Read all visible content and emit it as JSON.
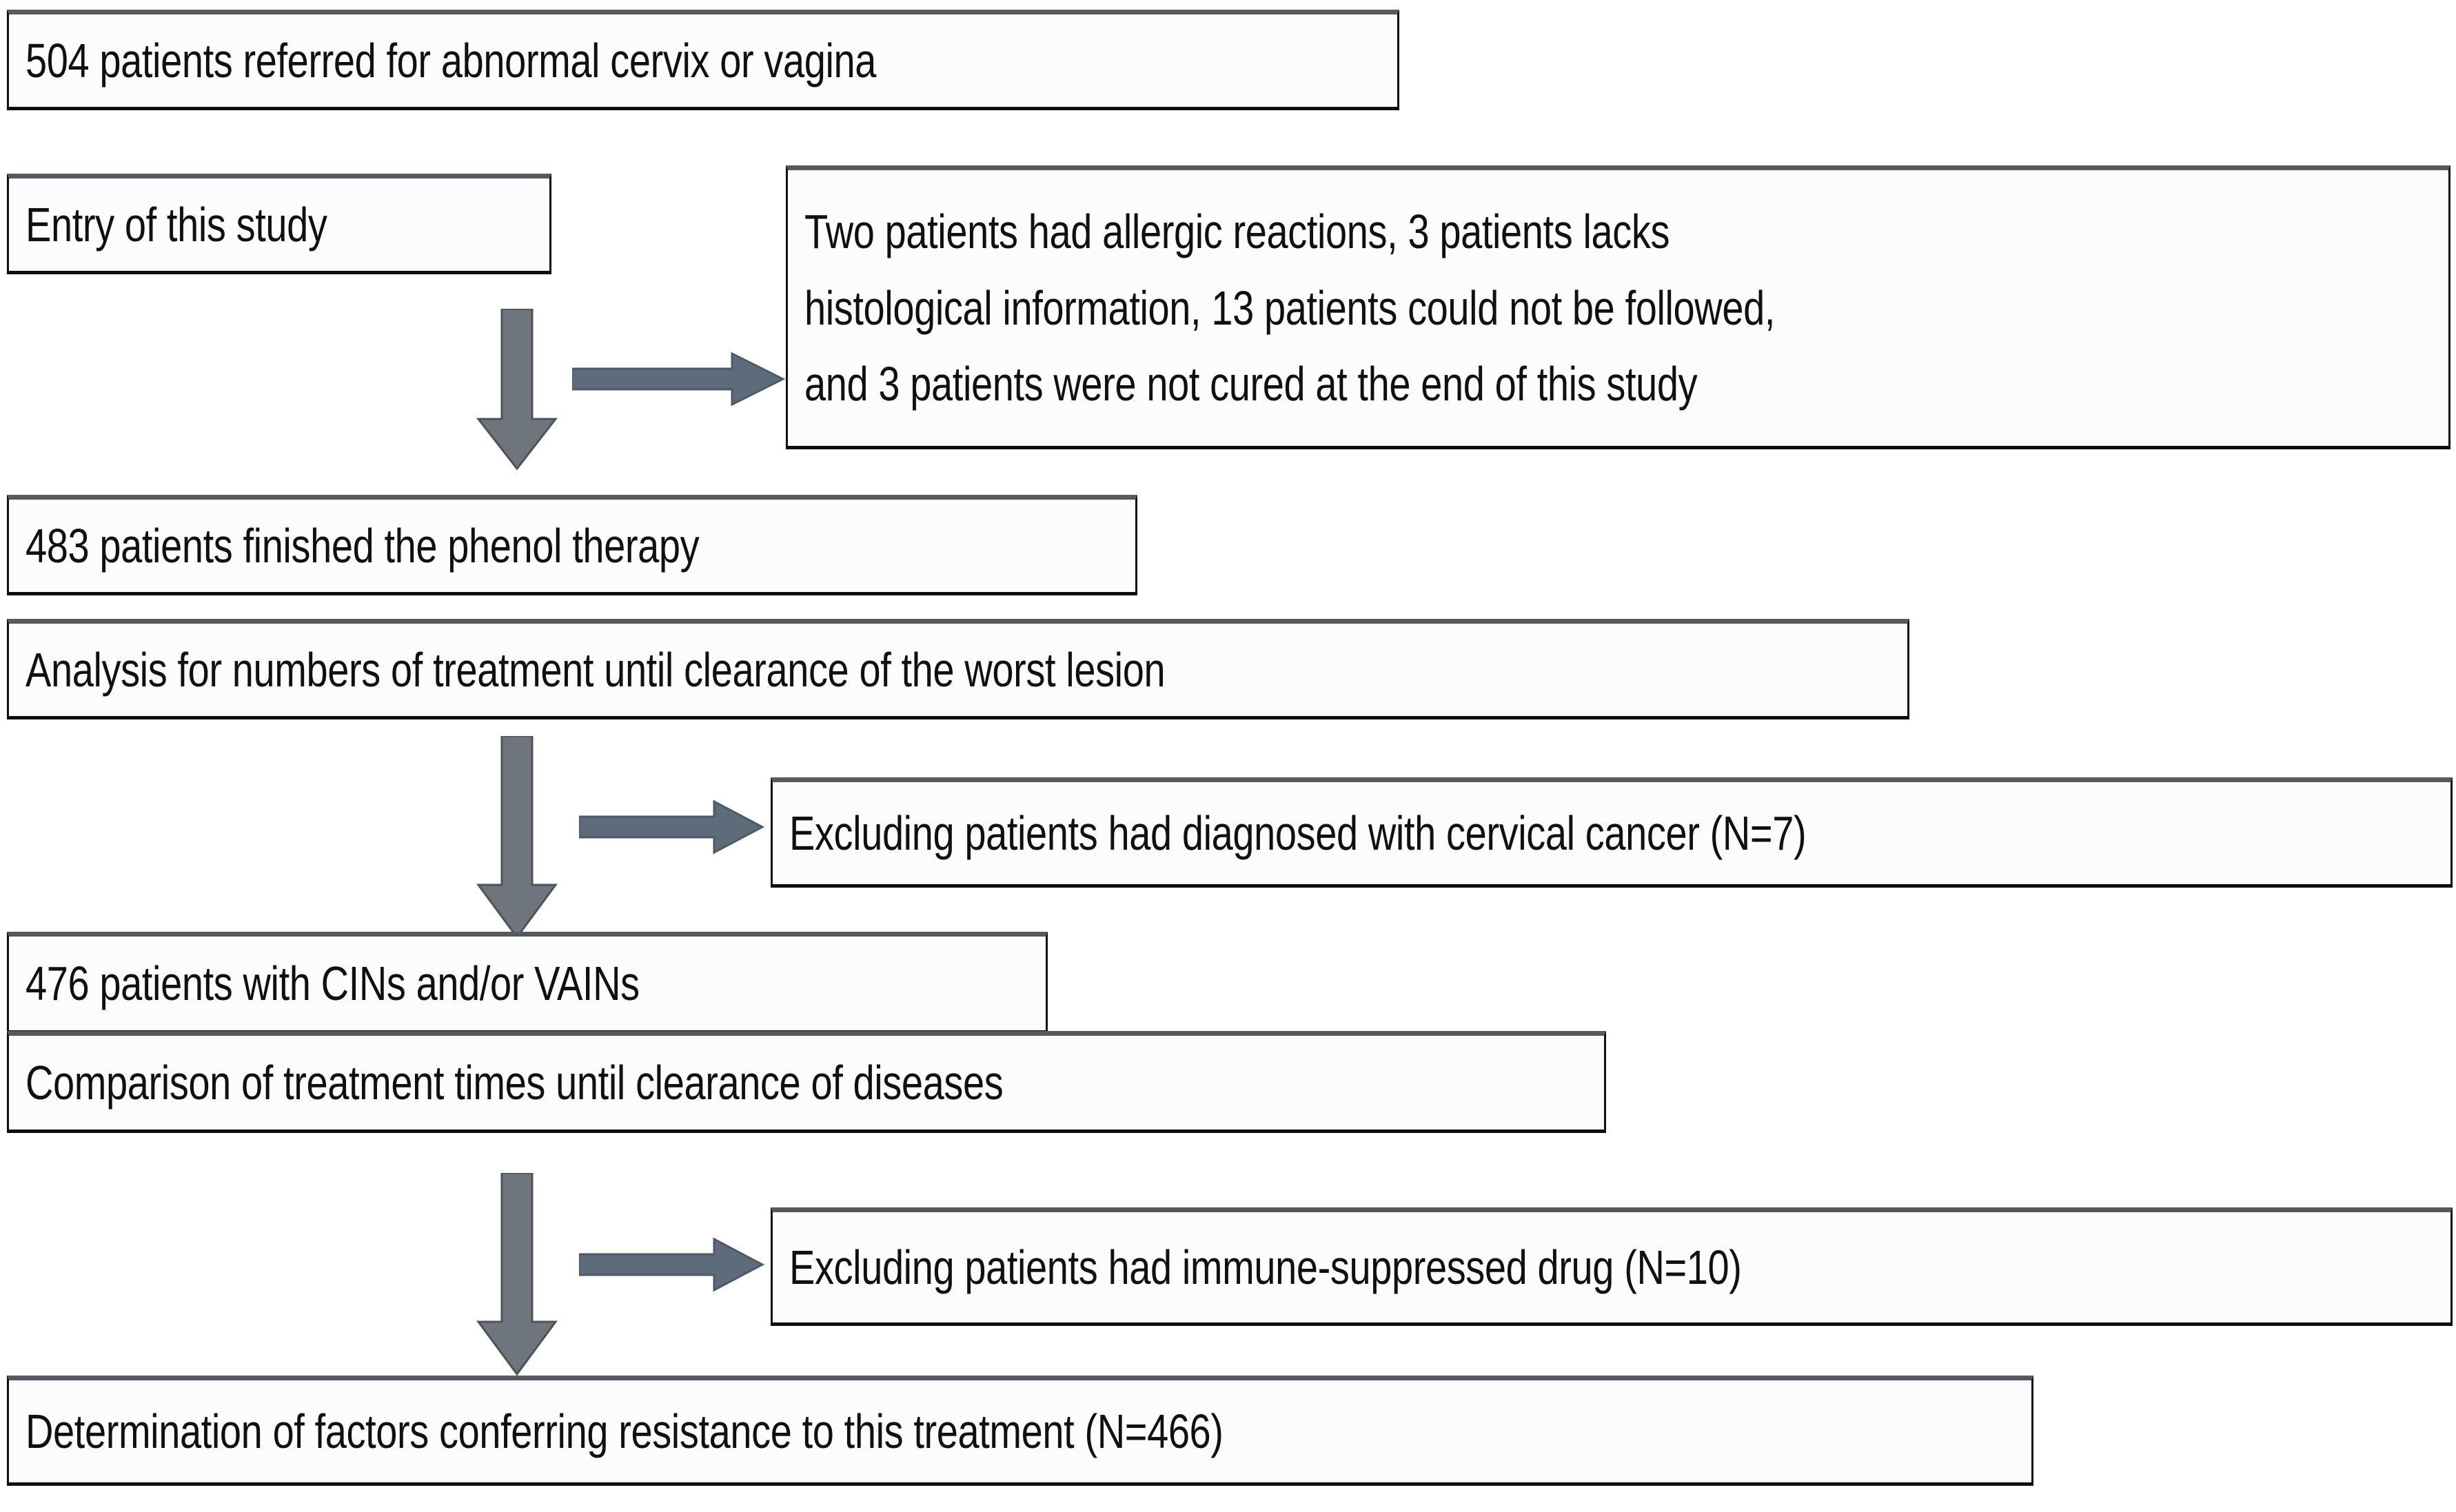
{
  "diagram": {
    "title": "Patient enrollment and analysis flow diagram",
    "colors": {
      "box_border": "#111111",
      "box_top_edge": "#555a5e",
      "box_fill": "#fcfcfc",
      "text": "#101010",
      "arrow_down": "#6e757c",
      "arrow_down_edge": "#4d5358",
      "arrow_right": "#5d6b7a"
    },
    "boxes": [
      {
        "id": "referred",
        "text": "504 patients referred for abnormal cervix or vagina"
      },
      {
        "id": "entry",
        "text": "Entry of this study"
      },
      {
        "id": "exclusions-first",
        "text": "Two patients had allergic reactions, 3 patients lacks\nhistological information, 13 patients could not be followed,\nand 3 patients were not cured at the end of this study"
      },
      {
        "id": "finished-phenol",
        "text": "483 patients finished the phenol therapy"
      },
      {
        "id": "analysis-numbers",
        "text": "Analysis for numbers of treatment until clearance of the worst lesion"
      },
      {
        "id": "exclude-cervical-cancer",
        "text": "Excluding patients had diagnosed with cervical cancer (N=7)"
      },
      {
        "id": "cins-vains",
        "text": "476 patients with CINs and/or VAINs"
      },
      {
        "id": "comparison-times",
        "text": "Comparison of treatment times until clearance of diseases"
      },
      {
        "id": "exclude-immune-drug",
        "text": "Excluding patients had immune-suppressed drug (N=10)"
      },
      {
        "id": "determination-factors",
        "text": "Determination of factors conferring resistance to this treatment (N=466)"
      }
    ],
    "arrows": [
      {
        "id": "down-1",
        "direction": "down"
      },
      {
        "id": "right-1",
        "direction": "right"
      },
      {
        "id": "down-2",
        "direction": "down"
      },
      {
        "id": "right-2",
        "direction": "right"
      },
      {
        "id": "down-3",
        "direction": "down"
      },
      {
        "id": "right-3",
        "direction": "right"
      }
    ]
  }
}
